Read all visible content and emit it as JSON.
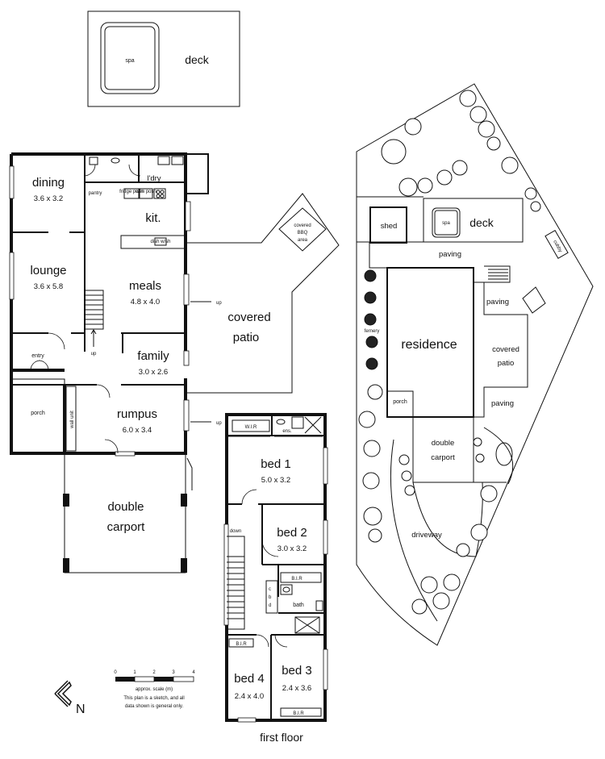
{
  "ground_floor": {
    "spa": "spa",
    "deck": "deck",
    "dining": {
      "name": "dining",
      "size": "3.6 x 3.2"
    },
    "lounge": {
      "name": "lounge",
      "size": "3.6 x 5.8"
    },
    "kitchen": "kit.",
    "laundry": "l'dry",
    "pantry": "pantry",
    "fridge": "fridge posn",
    "wm": "w/m posn",
    "dishwasher": "dish w/sh",
    "meals": {
      "name": "meals",
      "size": "4.8 x 4.0"
    },
    "family": {
      "name": "family",
      "size": "3.0 x 2.6"
    },
    "entry": "entry",
    "up": "up",
    "porch": "porch",
    "wall_unit": "wall unit",
    "rumpus": {
      "name": "rumpus",
      "size": "6.0 x 3.4"
    },
    "carport": [
      "double",
      "carport"
    ],
    "patio": [
      "covered",
      "patio"
    ],
    "bbq": [
      "covered",
      "BBQ",
      "area"
    ],
    "up_right": "up"
  },
  "first_floor": {
    "title": "first floor",
    "wir": "W.I.R",
    "ens": "ens.",
    "bed1": {
      "name": "bed 1",
      "size": "5.0 x 3.2"
    },
    "bed2": {
      "name": "bed 2",
      "size": "3.0 x 3.2"
    },
    "bed3": {
      "name": "bed 3",
      "size": "2.4 x 3.6"
    },
    "bed4": {
      "name": "bed 4",
      "size": "2.4 x 4.0"
    },
    "down": "down",
    "bir": "B.I.R",
    "bath": "bath",
    "cbd": [
      "c",
      "b",
      "d"
    ]
  },
  "site_plan": {
    "shed": "shed",
    "spa": "spa",
    "deck": "deck",
    "paving_top": "paving",
    "paving_right": "paving",
    "paving_bottom": "paving",
    "cubby": "cubby",
    "fernery": "fernery",
    "residence": "residence",
    "covered_patio": [
      "covered",
      "patio"
    ],
    "porch": "porch",
    "carport": [
      "double",
      "carport"
    ],
    "driveway": "driveway"
  },
  "scale": {
    "ticks": [
      "0",
      "1",
      "2",
      "3",
      "4"
    ],
    "caption": "approx. scale (m)",
    "note": [
      "This plan is a sketch, and all",
      "data shown is general only."
    ]
  },
  "north_arrow_icon": "north-arrow-icon",
  "north_label": "N"
}
